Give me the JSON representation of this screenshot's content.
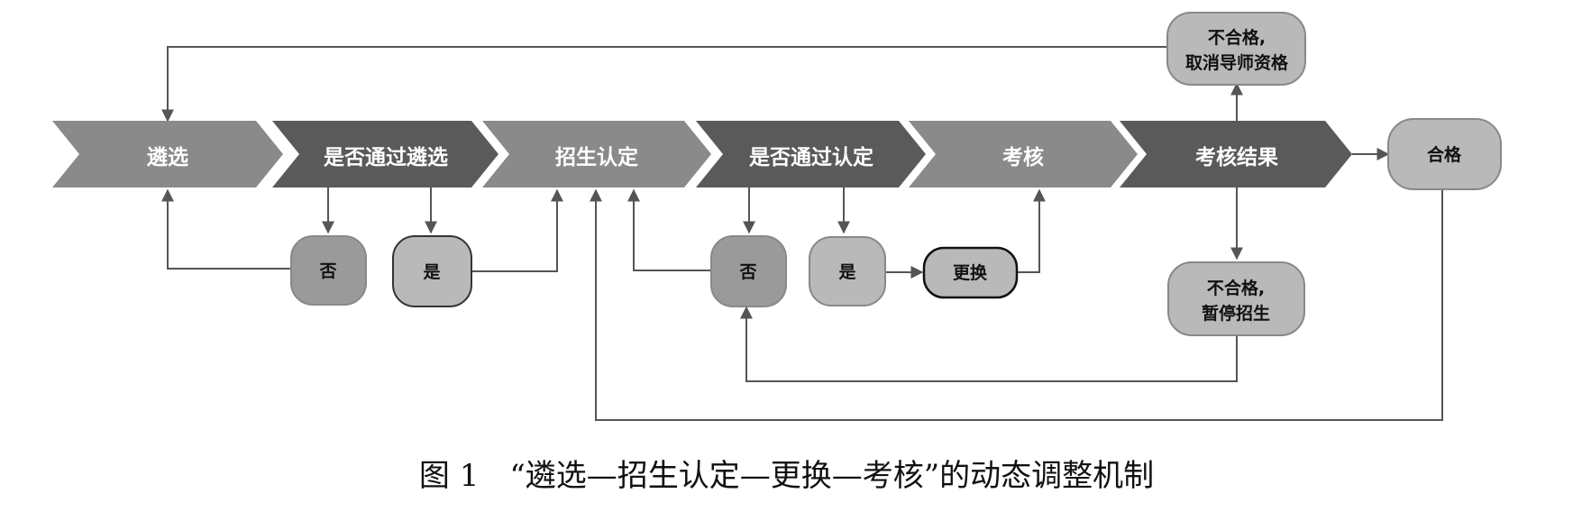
{
  "colors": {
    "chevron_light": "#8a8a8a",
    "chevron_dark": "#5a5a5a",
    "node_fill": "#b9b9b9",
    "node_fill_dark": "#9a9a9a",
    "node_stroke": "#888888",
    "line": "#555555",
    "text_light": "#ffffff",
    "text_dark": "#111111"
  },
  "stages": [
    {
      "label": "遴选"
    },
    {
      "label": "是否通过遴选"
    },
    {
      "label": "招生认定"
    },
    {
      "label": "是否通过认定"
    },
    {
      "label": "考核"
    },
    {
      "label": "考核结果"
    }
  ],
  "nodes": {
    "fail_disqualify": {
      "line1": "不合格,",
      "line2": "取消导师资格"
    },
    "pass": {
      "label": "合格"
    },
    "no_selection": {
      "label": "否"
    },
    "yes_selection": {
      "label": "是"
    },
    "no_recognition": {
      "label": "否"
    },
    "yes_recognition": {
      "label": "是"
    },
    "replace": {
      "label": "更换"
    },
    "fail_suspend": {
      "line1": "不合格,",
      "line2": "暂停招生"
    }
  },
  "caption": {
    "figure_number": "图 1",
    "text": "“遴选—招生认定—更换—考核”的动态调整机制"
  }
}
